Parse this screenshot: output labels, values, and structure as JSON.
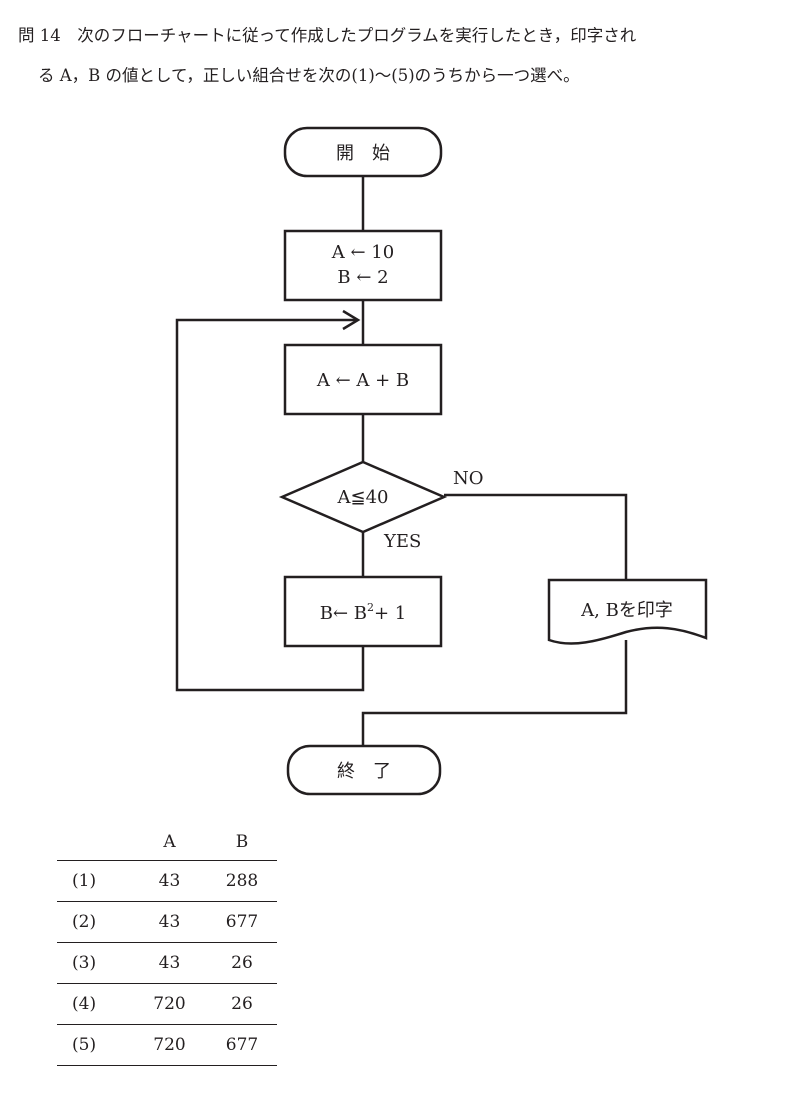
{
  "question": {
    "line1": "問 14　次のフローチャートに従って作成したプログラムを実行したとき，印字され",
    "line2": "る A，B の値として，正しい組合せを次の(1)〜(5)のうちから一つ選べ。"
  },
  "flowchart": {
    "start": "開　始",
    "init_a": "A ← 10",
    "init_b": "B ← 2",
    "update_a": "A ← A + B",
    "condition": "A≦40",
    "yes": "YES",
    "no": "NO",
    "update_b_base": "B← B",
    "update_b_exp": "2",
    "update_b_tail": "+ 1",
    "print": "A, Bを印字",
    "end": "終　了"
  },
  "choices": {
    "header": [
      "",
      "A",
      "B"
    ],
    "rows": [
      {
        "label": "(1)",
        "a": "43",
        "b": "288"
      },
      {
        "label": "(2)",
        "a": "43",
        "b": "677"
      },
      {
        "label": "(3)",
        "a": "43",
        "b": "26"
      },
      {
        "label": "(4)",
        "a": "720",
        "b": "26"
      },
      {
        "label": "(5)",
        "a": "720",
        "b": "677"
      }
    ]
  }
}
